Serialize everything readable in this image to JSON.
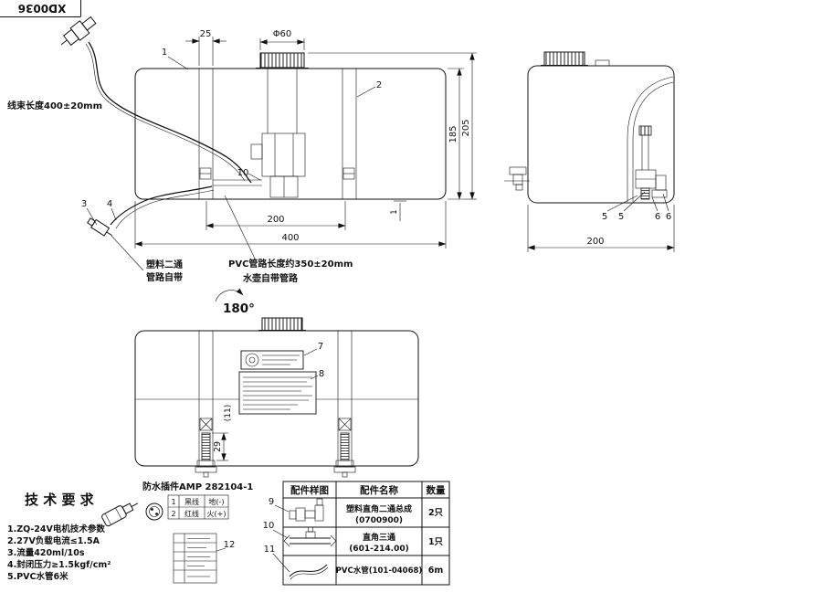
{
  "sheet": {
    "code": "XD0036"
  },
  "front": {
    "harness_note": "线束长度400±20mm",
    "plastic_note1": "塑料二通",
    "plastic_note2": "管路自带",
    "pvc_note1": "PVC管路长度约350±20mm",
    "pvc_note2": "水壶自带管路",
    "balloons": {
      "b1": "1",
      "b2": "2",
      "b3": "3",
      "b4": "4",
      "b10": "10"
    },
    "dims": {
      "d25": "25",
      "dphi": "Φ60",
      "d185": "185",
      "d205": "205",
      "d200": "200",
      "d400": "400",
      "d1": "1"
    }
  },
  "side": {
    "balloons": {
      "b5a": "5",
      "b5b": "5",
      "b6a": "6",
      "b6b": "6"
    },
    "dims": {
      "d200": "200"
    }
  },
  "rotation_label": "180°",
  "bottom": {
    "balloons": {
      "b7": "7",
      "b8": "8",
      "b11": "(11)",
      "b12": "12"
    },
    "dims": {
      "d29": "29"
    }
  },
  "connector": {
    "note": "防水插件AMP 282104-1",
    "table": {
      "r1c1": "1",
      "r1c2": "黑线",
      "r1c3": "地(-)",
      "r2c1": "2",
      "r2c2": "红线",
      "r2c3": "火(+)"
    }
  },
  "tech": {
    "title": "技 术 要 求",
    "items": [
      "1.ZQ-24V电机技术参数",
      "2.27V负载电流≤1.5A",
      "3.流量420ml/10s",
      "4.封闭压力≥1.5kgf/cm²",
      "5.PVC水管6米"
    ]
  },
  "parts": {
    "headers": {
      "sample": "配件样图",
      "name": "配件名称",
      "qty": "数量"
    },
    "rows": [
      {
        "balloon": "9",
        "name1": "塑料直角二通总成",
        "name2": "(0700900)",
        "qty": "2只"
      },
      {
        "balloon": "10",
        "name1": "直角三通",
        "name2": "(601-214.00)",
        "qty": "1只"
      },
      {
        "balloon": "11",
        "name1": "PVC水管(101-04068)",
        "name2": "",
        "qty": "6m"
      }
    ]
  }
}
